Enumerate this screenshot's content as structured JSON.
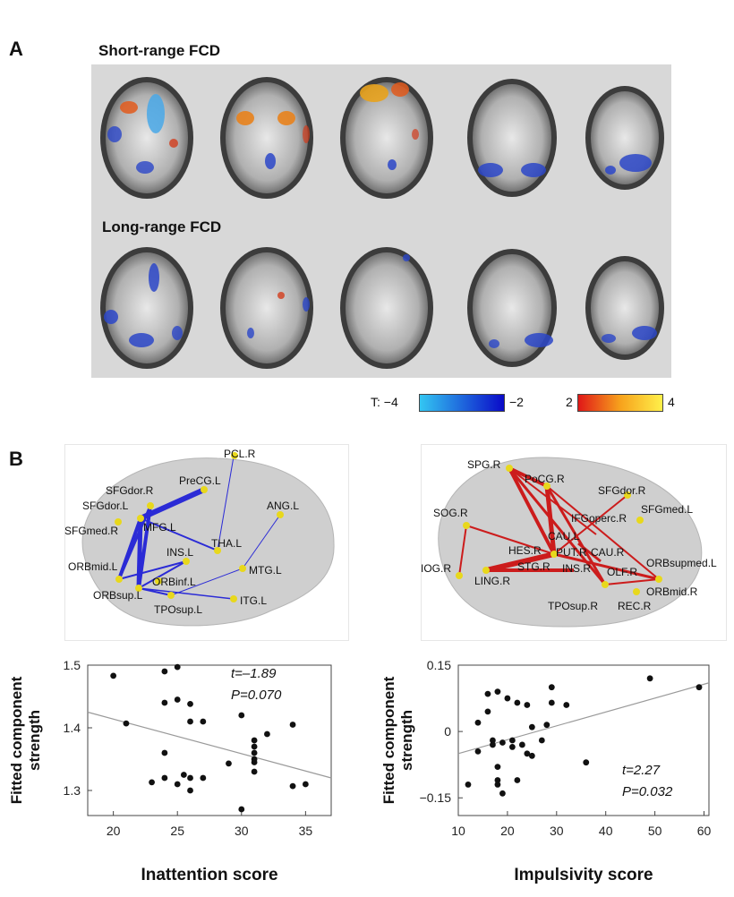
{
  "panel_a": {
    "letter": "A",
    "short_title": "Short-range FCD",
    "long_title": "Long-range FCD",
    "colorbar": {
      "t_label": "T: −4",
      "neg_end": "−2",
      "pos_start": "2",
      "pos_end": "4",
      "neg_colors": [
        "#33c6f2",
        "#0a0ac8"
      ],
      "pos_colors": [
        "#e01818",
        "#fff04a"
      ]
    }
  },
  "panel_b": {
    "letter": "B",
    "left_network": {
      "edge_color": "#2b2bd6",
      "nodes": [
        "PCL.R",
        "PreCG.L",
        "SFGdor.R",
        "SFGdor.L",
        "ANG.L",
        "SFGmed.R",
        "MFG.L",
        "THA.L",
        "ORBmid.L",
        "INS.L",
        "MTG.L",
        "ORBinf.L",
        "ORBsup.L",
        "TPOsup.L",
        "ITG.L"
      ]
    },
    "right_network": {
      "edge_color": "#cc1c1c",
      "nodes": [
        "SPG.R",
        "PoCG.R",
        "SFGdor.R",
        "SOG.R",
        "SFGmed.L",
        "IFGoperc.R",
        "CAU.L",
        "HES.R",
        "PUT.R",
        "CAU.R",
        "ORBsupmed.L",
        "IOG.R",
        "STG.R",
        "INS.R",
        "OLF.R",
        "LING.R",
        "ORBmid.R",
        "TPOsup.R",
        "REC.R"
      ]
    }
  },
  "chart_data": [
    {
      "type": "scatter",
      "xlabel": "Inattention score",
      "ylabel": "Fitted component strength",
      "xlim": [
        18,
        37
      ],
      "ylim": [
        1.26,
        1.5
      ],
      "xticks": [
        "20",
        "25",
        "30",
        "35"
      ],
      "yticks": [
        "1.5",
        "1.4",
        "1.3"
      ],
      "stat_t": "t=–1.89",
      "stat_p": "P=0.070",
      "fit_line": {
        "x": [
          18,
          37
        ],
        "y": [
          1.425,
          1.32
        ]
      },
      "points": [
        [
          20,
          1.483
        ],
        [
          21,
          1.407
        ],
        [
          23,
          1.313
        ],
        [
          24,
          1.49
        ],
        [
          24,
          1.44
        ],
        [
          24,
          1.36
        ],
        [
          24,
          1.32
        ],
        [
          25,
          1.497
        ],
        [
          25,
          1.445
        ],
        [
          25,
          1.31
        ],
        [
          25.5,
          1.325
        ],
        [
          26,
          1.438
        ],
        [
          26,
          1.41
        ],
        [
          26,
          1.32
        ],
        [
          26,
          1.3
        ],
        [
          27,
          1.41
        ],
        [
          27,
          1.32
        ],
        [
          29,
          1.343
        ],
        [
          30,
          1.42
        ],
        [
          30,
          1.27
        ],
        [
          31,
          1.38
        ],
        [
          31,
          1.37
        ],
        [
          31,
          1.36
        ],
        [
          31,
          1.345
        ],
        [
          31,
          1.35
        ],
        [
          31,
          1.33
        ],
        [
          32,
          1.39
        ],
        [
          34,
          1.405
        ],
        [
          34,
          1.307
        ],
        [
          35,
          1.31
        ]
      ]
    },
    {
      "type": "scatter",
      "xlabel": "Impulsivity score",
      "ylabel": "Fitted component strength",
      "xlim": [
        10,
        61
      ],
      "ylim": [
        -0.19,
        0.15
      ],
      "xticks": [
        "10",
        "20",
        "30",
        "40",
        "50",
        "60"
      ],
      "yticks": [
        "0.15",
        "0",
        "−0.15"
      ],
      "stat_t": "t=2.27",
      "stat_p": "P=0.032",
      "fit_line": {
        "x": [
          10,
          61
        ],
        "y": [
          -0.05,
          0.11
        ]
      },
      "points": [
        [
          12,
          -0.12
        ],
        [
          14,
          -0.045
        ],
        [
          14,
          0.02
        ],
        [
          16,
          0.085
        ],
        [
          16,
          0.045
        ],
        [
          17,
          -0.02
        ],
        [
          17,
          -0.03
        ],
        [
          18,
          0.09
        ],
        [
          18,
          -0.11
        ],
        [
          18,
          -0.12
        ],
        [
          18,
          -0.08
        ],
        [
          19,
          -0.14
        ],
        [
          19,
          -0.025
        ],
        [
          20,
          0.075
        ],
        [
          21,
          -0.02
        ],
        [
          21,
          -0.035
        ],
        [
          22,
          0.065
        ],
        [
          22,
          -0.11
        ],
        [
          23,
          -0.03
        ],
        [
          24,
          -0.05
        ],
        [
          24,
          0.06
        ],
        [
          25,
          0.01
        ],
        [
          25,
          -0.055
        ],
        [
          27,
          -0.02
        ],
        [
          28,
          0.015
        ],
        [
          29,
          0.1
        ],
        [
          29,
          0.065
        ],
        [
          32,
          0.06
        ],
        [
          36,
          -0.07
        ],
        [
          49,
          0.12
        ],
        [
          59,
          0.1
        ]
      ]
    }
  ]
}
